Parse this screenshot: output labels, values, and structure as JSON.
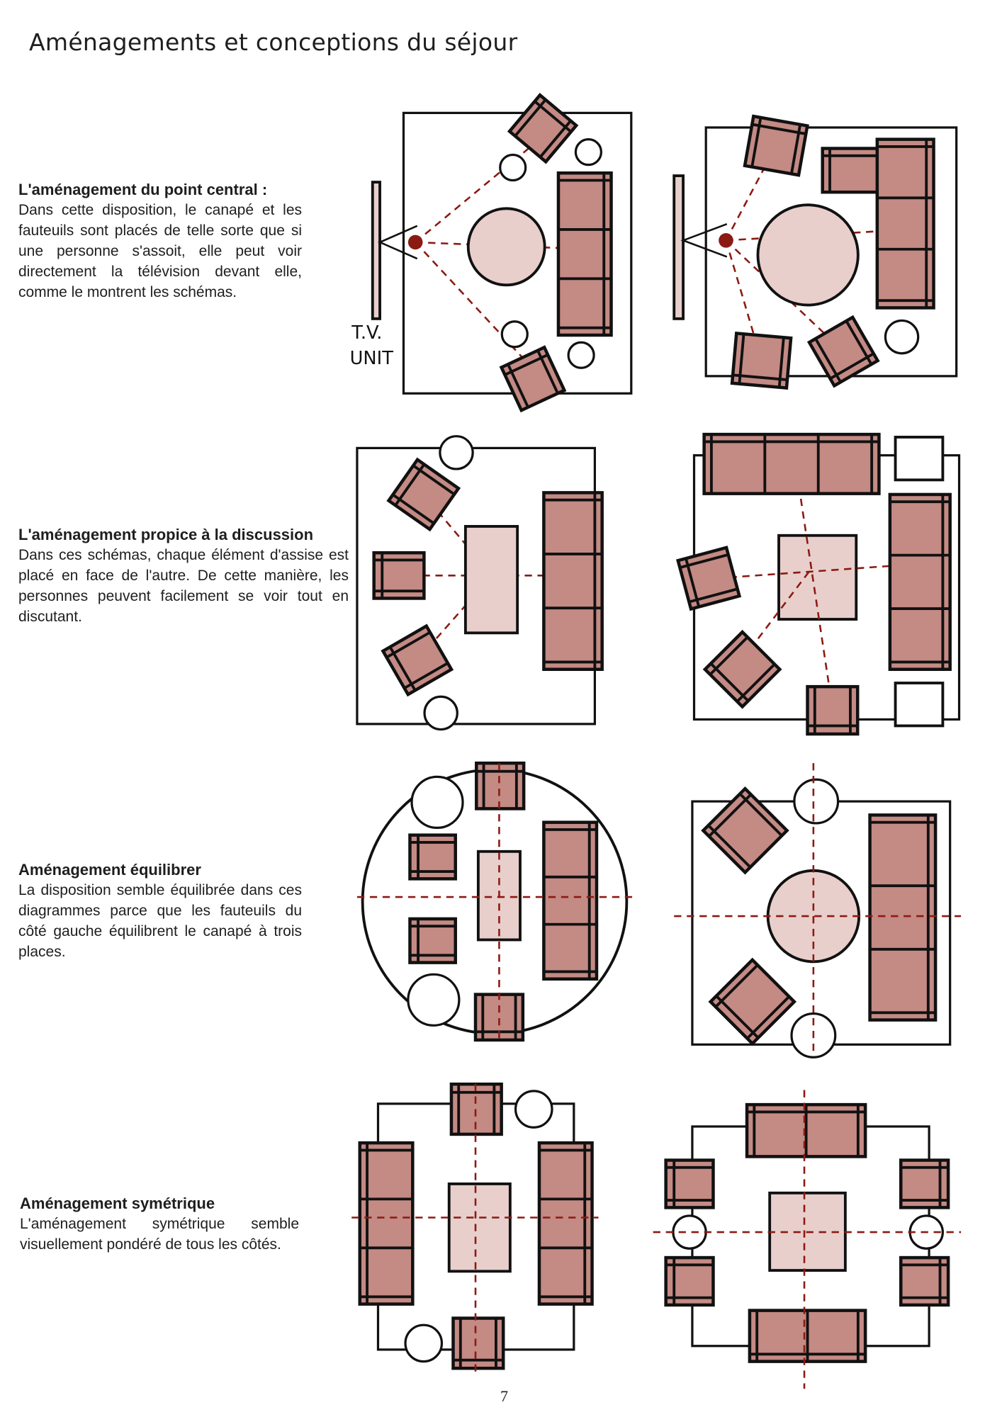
{
  "title": "Aménagements et conceptions du séjour",
  "sections": [
    {
      "heading": "L'aménagement du point central :",
      "body": "Dans cette disposition, le canapé et les fauteuils sont placés de telle sorte que si une personne s'assoit, elle peut voir directement la télévision devant elle, comme le montrent les schémas."
    },
    {
      "heading": "L'aménagement propice à la discussion",
      "body": "Dans ces schémas, chaque élément d'assise est placé en face de l'autre. De cette manière, les personnes peuvent facilement se voir tout en discutant."
    },
    {
      "heading": "Aménagement équilibrer",
      "body": "La disposition semble équilibrée dans ces diagrammes parce que les fauteuils du côté gauche équilibrent le canapé à trois places."
    },
    {
      "heading": "Aménagement symétrique",
      "body": "L'aménagement symétrique semble visuellement pondéré de tous les côtés."
    }
  ],
  "diagram_labels": {
    "tv_line1": "T.V.",
    "tv_line2": "UNIT"
  },
  "page_number": "7",
  "colors": {
    "furniture": "#c48a84",
    "table": "#e8cfcc",
    "sightline": "#8b1a12",
    "outline": "#111111"
  }
}
